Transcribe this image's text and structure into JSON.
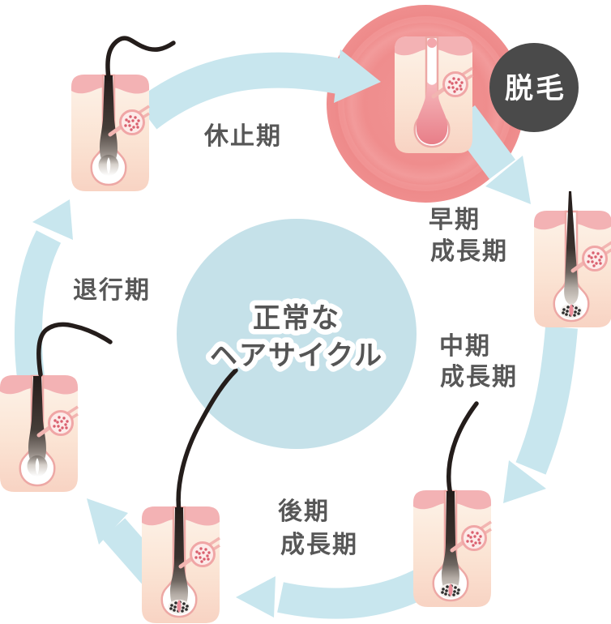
{
  "diagram": "hair-cycle",
  "title": {
    "line1": "正常な",
    "line2": "ヘアサイクル"
  },
  "badge": {
    "label": "脱毛"
  },
  "stages": {
    "telogen": {
      "label": "休止期"
    },
    "shedding": {
      "label": "脱毛"
    },
    "early_anagen": {
      "line1": "早期",
      "line2": "成長期"
    },
    "mid_anagen": {
      "line1": "中期",
      "line2": "成長期"
    },
    "late_anagen": {
      "line1": "後期",
      "line2": "成長期"
    },
    "catagen": {
      "label": "退行期"
    }
  },
  "colors": {
    "arrow": "#c8e6ee",
    "center_circle": "#c5e1e9",
    "highlight_circle": "#ef8d8d",
    "highlight_ring": "#f4a0a0",
    "badge_bg": "#4a4a4a",
    "badge_text": "#ffffff",
    "label_text": "#575757",
    "title_text": "#555555",
    "hair": "#241d1b",
    "skin_band": "#f3b2b4",
    "skin_light": "#fdf3e9",
    "skin_dark": "#f8d3c3",
    "gland_dot": "#da5f6e",
    "bulb_notch": "#ec8d99"
  }
}
